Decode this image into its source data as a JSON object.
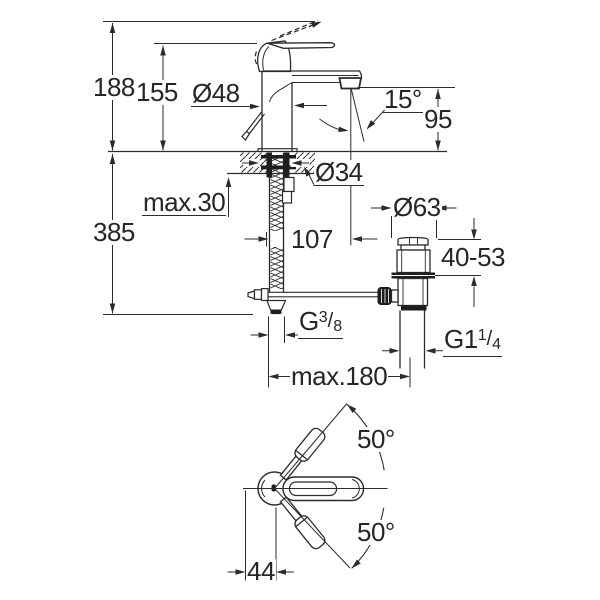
{
  "drawing": {
    "type": "technical-dimension-drawing",
    "views": [
      "front-elevation-with-pop-up-waste",
      "top-view-handle-swivel"
    ],
    "colors": {
      "line": "#2b2b2b",
      "fill_dark": "#1e1e1e",
      "background": "#ffffff",
      "text": "#262626"
    },
    "labels": {
      "overall_height": "188",
      "body_height": "155",
      "body_diameter": "Ø48",
      "spout_angle": "15°",
      "spout_height": "95",
      "deck_thickness_max": "max.30",
      "overall_depth": "385",
      "hole_diameter": "Ø34",
      "spout_reach": "107",
      "waste_flange_diameter": "Ø63",
      "waste_adjust_range": "40-53",
      "supply_thread": {
        "prefix": "G",
        "sup": "3",
        "slash": "/",
        "sub": "8"
      },
      "waste_thread": {
        "prefix": "G1",
        "sup": "1",
        "slash": "/",
        "sub": "4"
      },
      "supply_length_max": "max.180",
      "handle_swivel_upper": "50°",
      "handle_swivel_lower": "50°",
      "handle_offset": "44"
    }
  }
}
